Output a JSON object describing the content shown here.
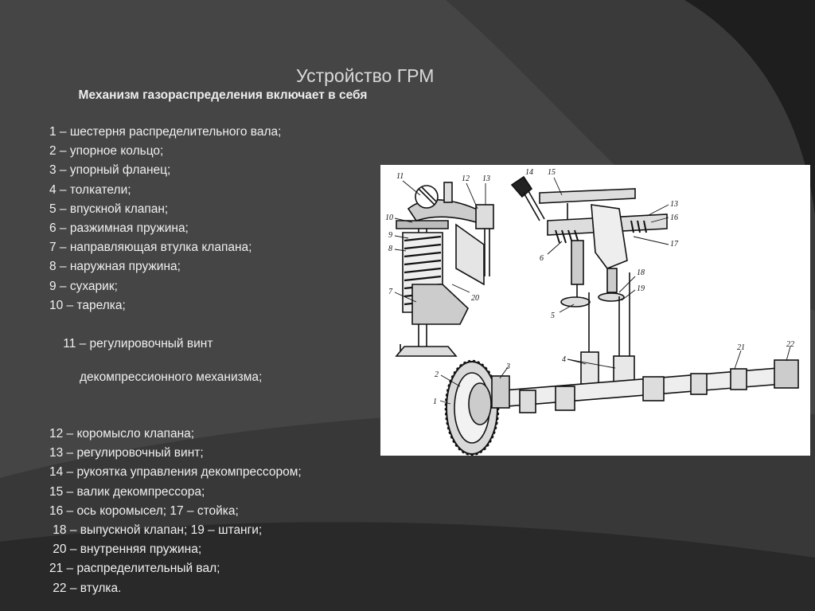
{
  "slide": {
    "title": "Устройство ГРМ",
    "subtitle": "Механизм газораспределения включает в себя",
    "items": [
      "1 – шестерня распределительного вала;",
      "2 – упорное кольцо;",
      "3 – упорный фланец;",
      "4 – толкатели;",
      "5 – впускной клапан;",
      "6 – разжимная пружина;",
      "7 – направляющая втулка клапана;",
      "8 – наружная пружина;",
      "9 – сухарик;",
      "10 – тарелка;",
      "11 – регулировочный винт",
      "декомпрессионного механизма;",
      "12 – коромысло клапана;",
      "13 – регулировочный винт;",
      "14 – рукоятка управления декомпрессором;",
      "15 – валик декомпрессора;",
      "16 – ось коромысел; 17 – стойка;",
      " 18 – выпускной клапан; 19 – штанги;",
      " 20 – внутренняя пружина;",
      "21 – распределительный вал;",
      " 22 – втулка."
    ]
  },
  "diagram": {
    "labels": [
      "11",
      "12",
      "13",
      "10",
      "9",
      "8",
      "7",
      "20",
      "14",
      "15",
      "13",
      "16",
      "17",
      "6",
      "18",
      "19",
      "5",
      "4",
      "21",
      "22",
      "3",
      "2",
      "1"
    ]
  }
}
